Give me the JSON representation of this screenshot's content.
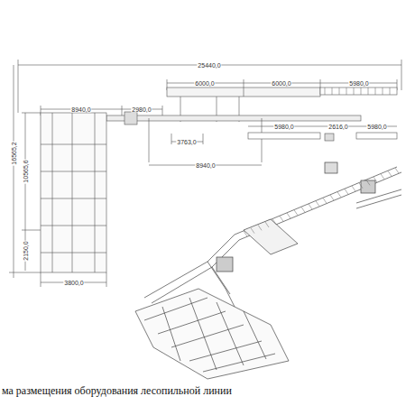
{
  "diagram": {
    "caption": "ма размещения оборудования лесопильной линии",
    "labels": [
      "25440,0",
      "6000,0",
      "6000,0",
      "5980,0",
      "8940,0",
      "2980,0",
      "5980,0",
      "2616,0",
      "5980,0",
      "3763,0",
      "8940,0",
      "16565,2",
      "10565,6",
      "2150,0",
      "3800,0"
    ]
  }
}
